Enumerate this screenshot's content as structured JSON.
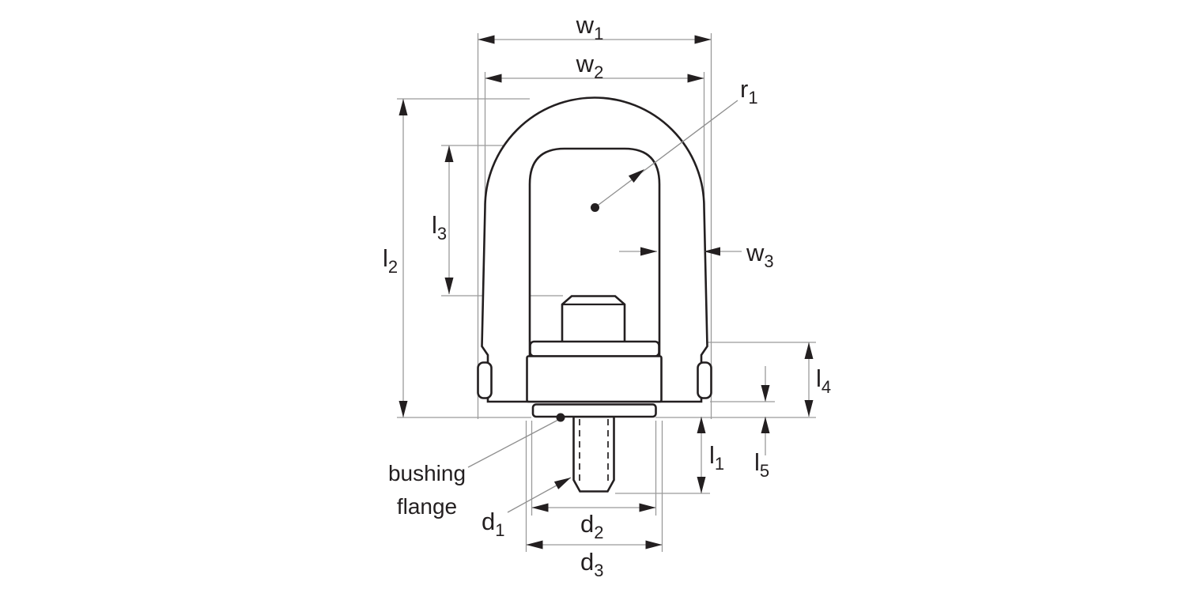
{
  "labels": {
    "w1": {
      "base": "w",
      "sub": "1"
    },
    "w2": {
      "base": "w",
      "sub": "2"
    },
    "w3": {
      "base": "w",
      "sub": "3"
    },
    "r1": {
      "base": "r",
      "sub": "1"
    },
    "l1": {
      "base": "l",
      "sub": "1"
    },
    "l2": {
      "base": "l",
      "sub": "2"
    },
    "l3": {
      "base": "l",
      "sub": "3"
    },
    "l4": {
      "base": "l",
      "sub": "4"
    },
    "l5": {
      "base": "l",
      "sub": "5"
    },
    "d1": {
      "base": "d",
      "sub": "1"
    },
    "d2": {
      "base": "d",
      "sub": "2"
    },
    "d3": {
      "base": "d",
      "sub": "3"
    }
  },
  "annotations": {
    "bushing_flange_line1": "bushing",
    "bushing_flange_line2": "flange"
  },
  "colors": {
    "outline": "#231f20",
    "dimension_line": "#9b9b9b",
    "background": "#ffffff"
  }
}
